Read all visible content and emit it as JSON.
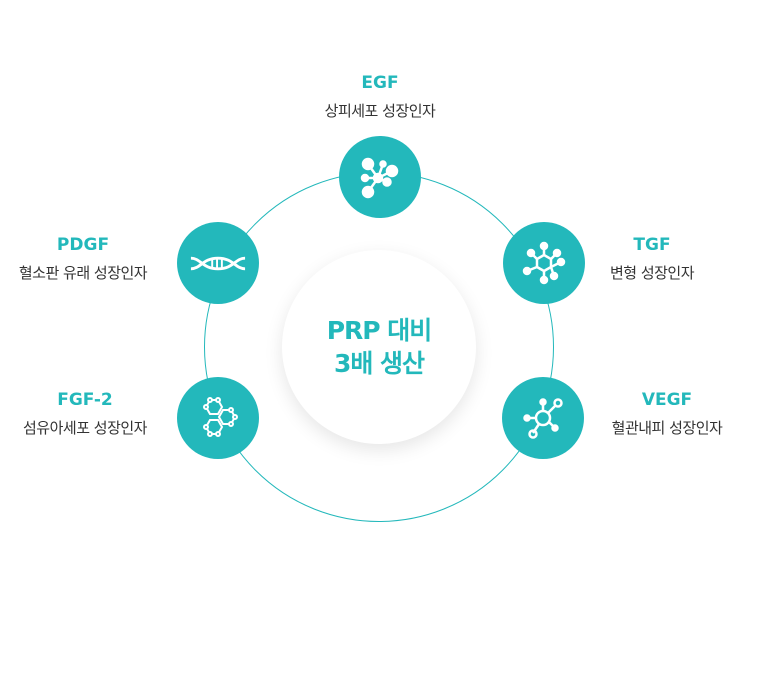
{
  "center": {
    "line1": "PRP 대비",
    "line2": "3배 생산"
  },
  "accent": "#23b8bb",
  "factors": [
    {
      "name": "EGF",
      "desc": "상피세포 성장인자",
      "icon": "molecule-icon"
    },
    {
      "name": "TGF",
      "desc": "변형 성장인자",
      "icon": "hexagon-molecule-icon"
    },
    {
      "name": "VEGF",
      "desc": "혈관내피 성장인자",
      "icon": "cell-network-icon"
    },
    {
      "name": "FGF-2",
      "desc": "섬유아세포 성장인자",
      "icon": "hexagon-cluster-icon"
    },
    {
      "name": "PDGF",
      "desc": "혈소판 유래 성장인자",
      "icon": "dna-icon"
    }
  ]
}
